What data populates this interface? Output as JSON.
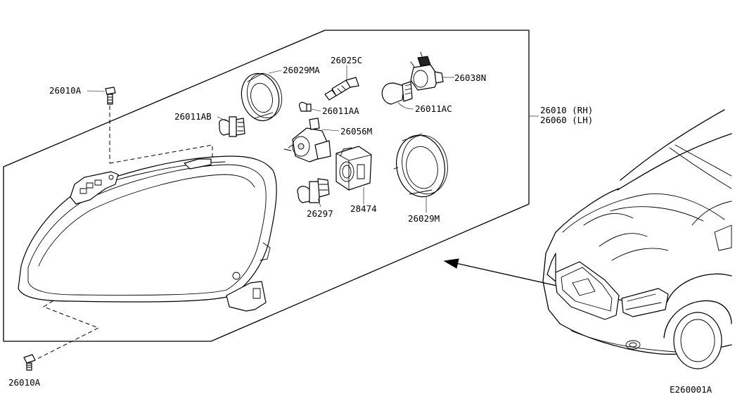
{
  "labels": {
    "screw_top": "26010A",
    "screw_bottom": "26010A",
    "bulb_ab": "26011AB",
    "ring_ma": "26029MA",
    "bulb_c": "26025C",
    "bulb_aa": "26011AA",
    "socket_bn": "26038N",
    "bulb_ac": "26011AC",
    "motor_m": "26056M",
    "bulb_297": "26297",
    "ballast": "28474",
    "ring_m": "26029M",
    "assembly_rh": "26010 (RH)",
    "assembly_lh": "26060 (LH)",
    "diagram_code": "E260001A"
  }
}
